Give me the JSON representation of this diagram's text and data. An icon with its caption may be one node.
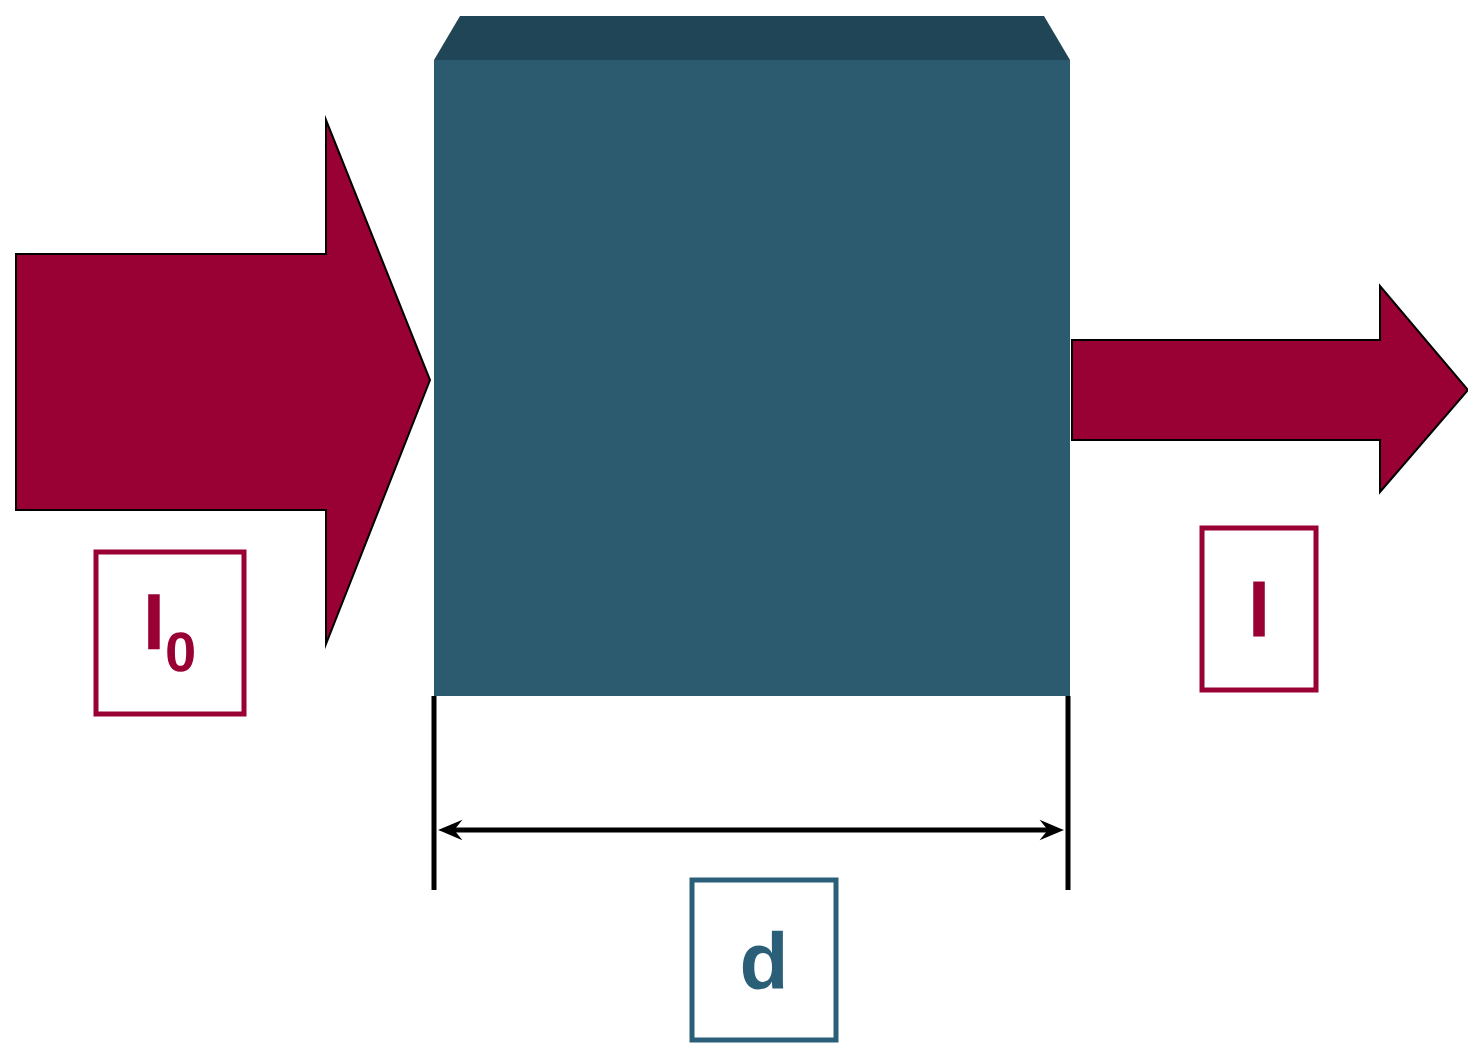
{
  "diagram": {
    "nodes": [
      {
        "text": [],
        "shape": "box"
      },
      {
        "text": [
          "I$_{0}$"
        ]
      },
      {
        "text": [
          "I"
        ]
      },
      {
        "text": [
          "d"
        ]
      }
    ]
  }
}
